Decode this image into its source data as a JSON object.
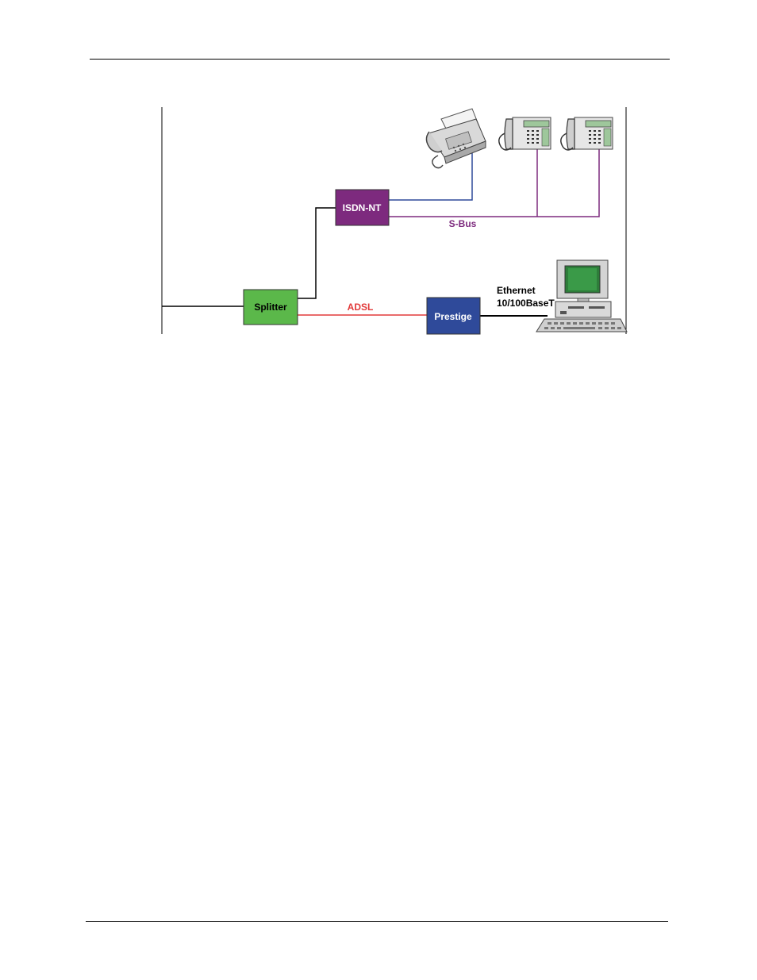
{
  "diagram": {
    "nodes": {
      "splitter": {
        "label": "Splitter",
        "color": "#5bb84a"
      },
      "isdn_nt": {
        "label": "ISDN-NT",
        "color": "#7d2a7e"
      },
      "prestige": {
        "label": "Prestige",
        "color": "#2f4a9a"
      }
    },
    "links": {
      "adsl": {
        "label": "ADSL",
        "color": "#e23a3a"
      },
      "s_bus": {
        "label": "S-Bus",
        "color": "#7d2a7e"
      },
      "ethernet": {
        "label_line1": "Ethernet",
        "label_line2": "10/100BaseT",
        "color": "#000000"
      },
      "fax_link": {
        "color": "#2f4a9a"
      }
    },
    "devices": [
      "fax-machine",
      "telephone",
      "telephone",
      "computer"
    ]
  }
}
